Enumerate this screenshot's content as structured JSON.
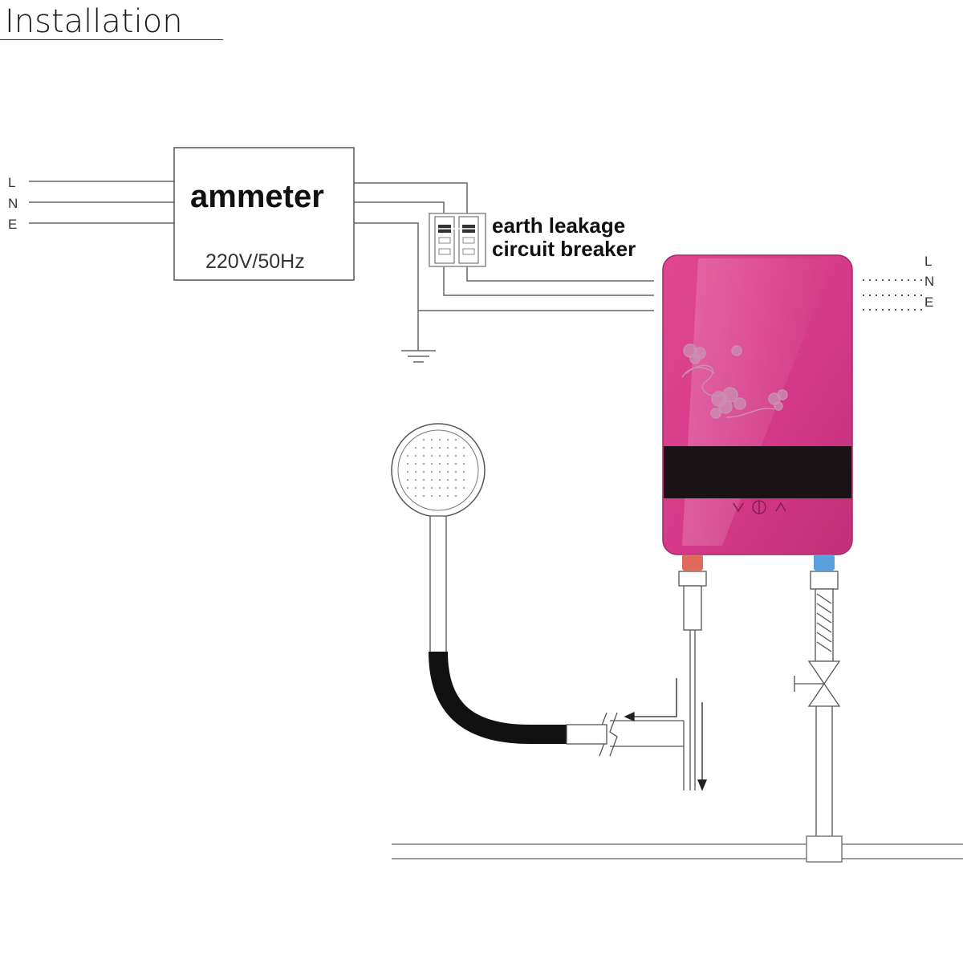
{
  "title": "Installation",
  "labels": {
    "line_in_L": "L",
    "line_in_N": "N",
    "line_in_E": "E",
    "ammeter": "ammeter",
    "ammeter_spec": "220V/50Hz",
    "breaker_line1": "earth leakage",
    "breaker_line2": "circuit breaker",
    "line_out_L": "L",
    "line_out_N": "N",
    "line_out_E": "E"
  },
  "colors": {
    "heater_body": "#d63a8a",
    "heater_body_dark": "#b52a73",
    "display": "#1a1214",
    "hot_fitting": "#e06a5c",
    "cold_fitting": "#5aa0dc",
    "line": "#555555"
  },
  "icons": [
    "ground-symbol-icon",
    "valve-icon",
    "shower-head-icon",
    "flow-arrow-icon",
    "flower-decoration-icon"
  ]
}
